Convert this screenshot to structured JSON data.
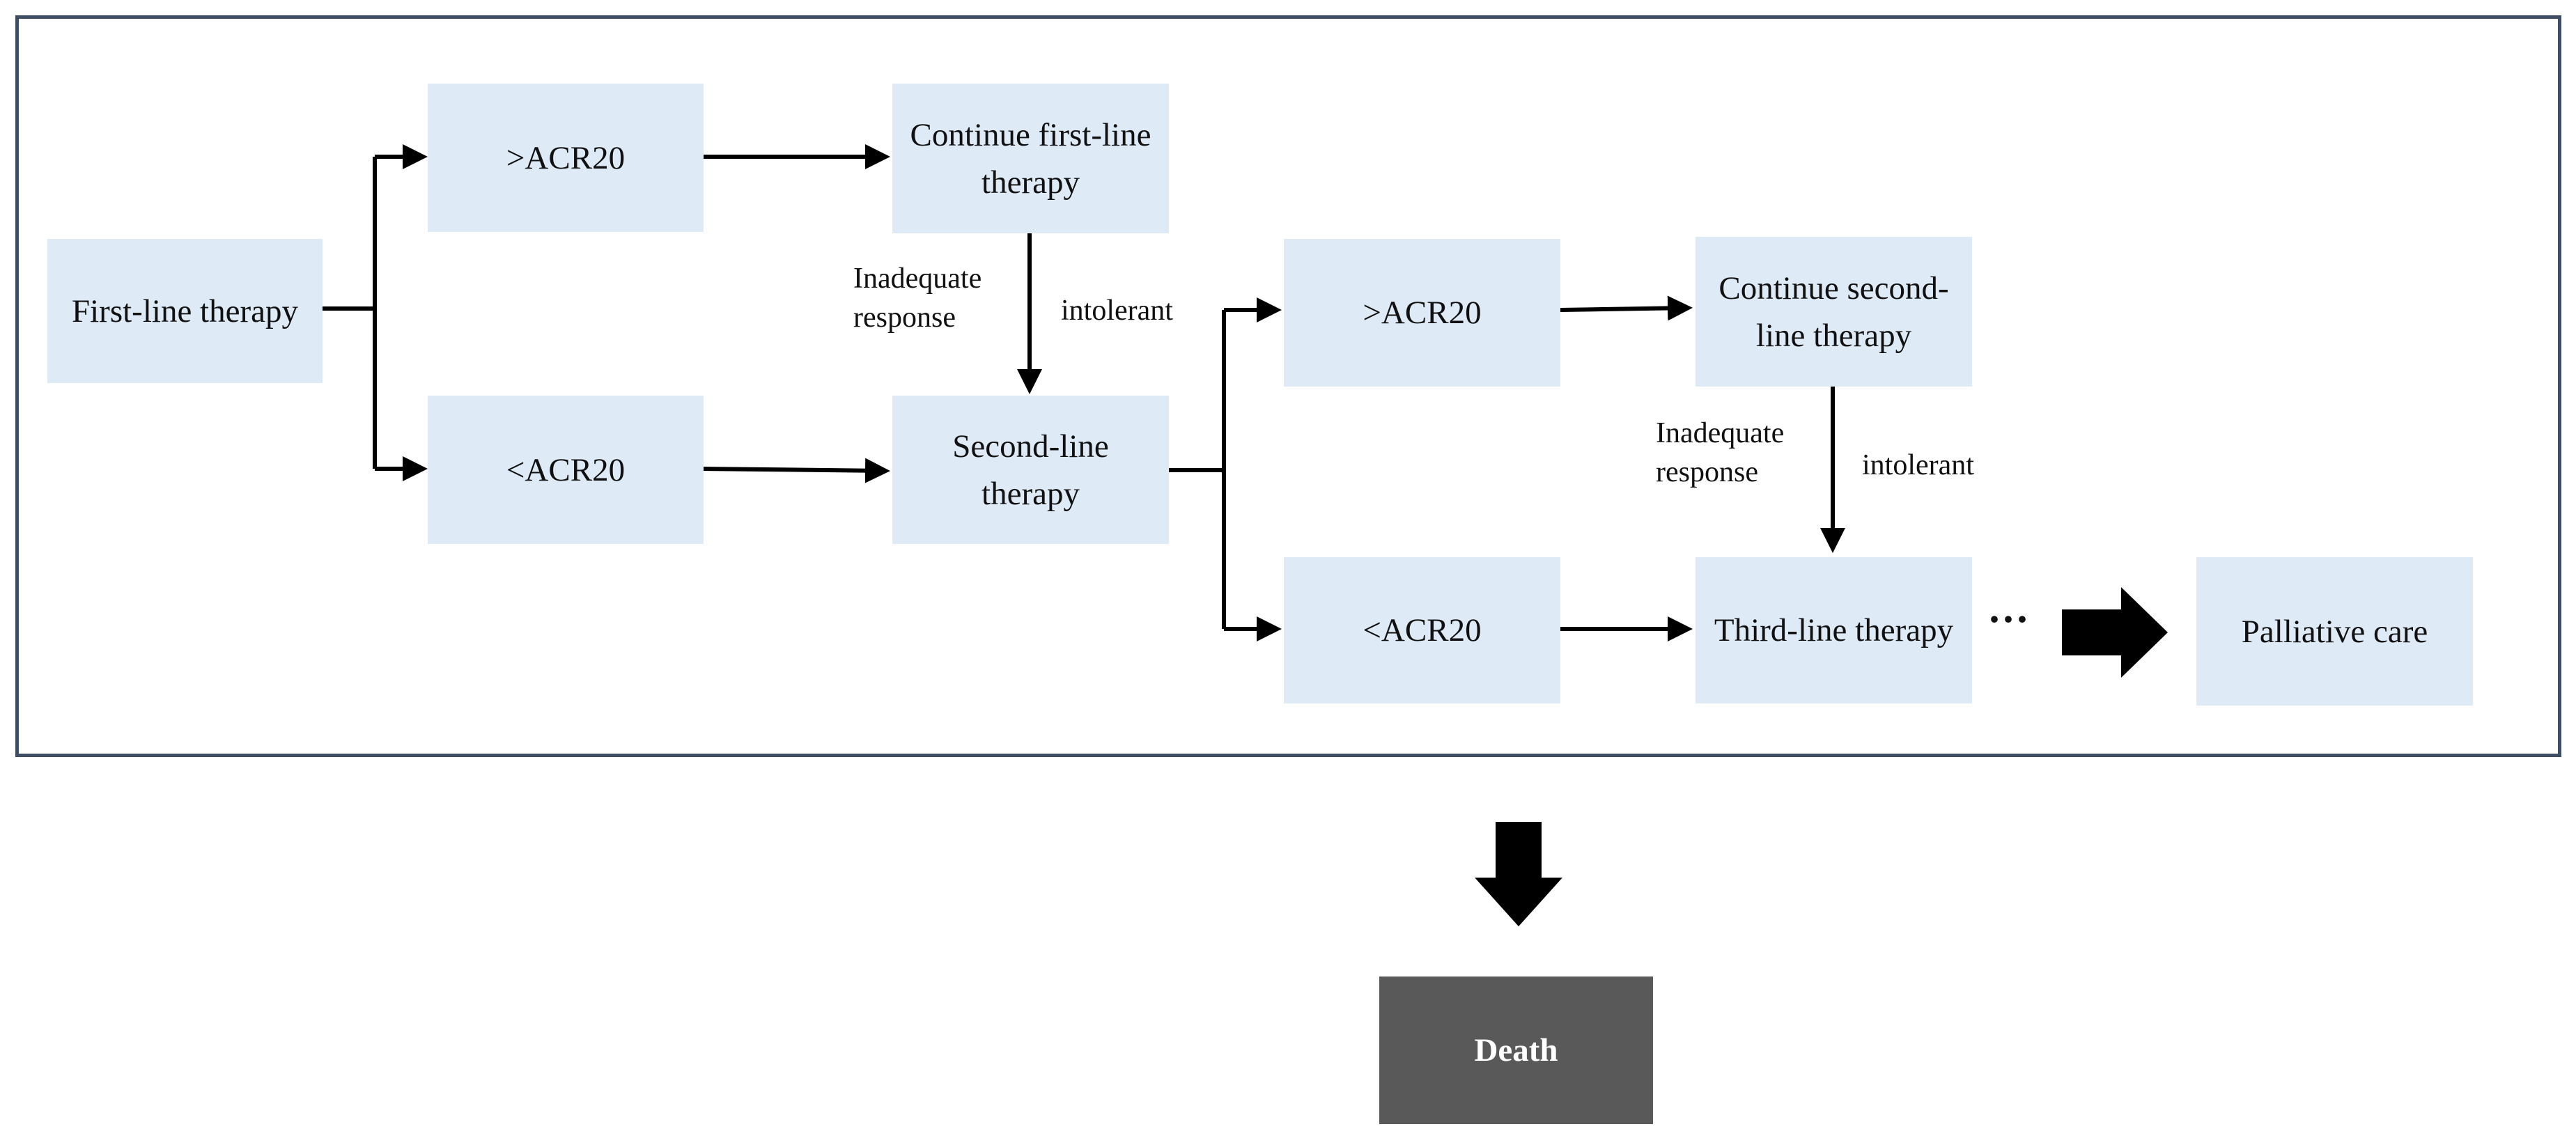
{
  "boxes": {
    "first_line": "First-line therapy",
    "acr_gt_1": ">ACR20",
    "acr_lt_1": "<ACR20",
    "continue_first": "Continue first-line therapy",
    "second_line": "Second-line therapy",
    "acr_gt_2": ">ACR20",
    "acr_lt_2": "<ACR20",
    "continue_second": "Continue second-line therapy",
    "third_line": "Third-line therapy",
    "palliative": "Palliative care",
    "death": "Death"
  },
  "labels": {
    "inadequate_1": "Inadequate\nresponse",
    "intolerant_1": "intolerant",
    "inadequate_2": "Inadequate\nresponse",
    "intolerant_2": "intolerant",
    "ellipsis": "···"
  },
  "colors": {
    "box_fill": "#deeaf6",
    "death_fill": "#595959",
    "frame": "#3f4e63",
    "arrow": "#000000"
  }
}
